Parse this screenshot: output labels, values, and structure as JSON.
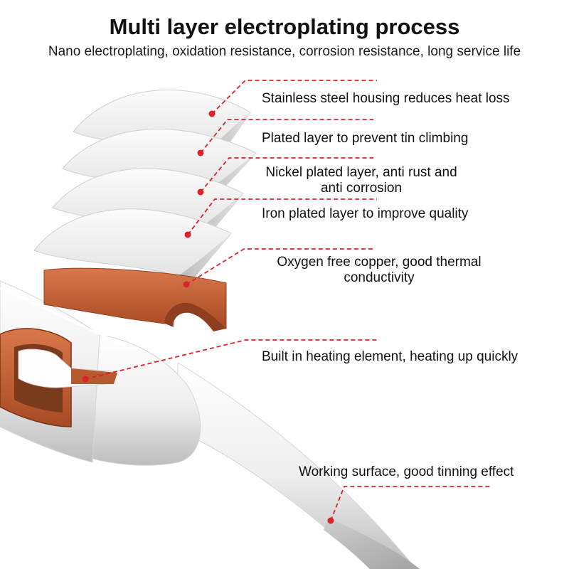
{
  "title": "Multi layer electroplating process",
  "subtitle": "Nano electroplating, oxidation resistance, corrosion resistance, long service life",
  "callouts": [
    {
      "id": "stainless",
      "text": "Stainless steel housing reduces heat loss"
    },
    {
      "id": "plated",
      "text": "Plated layer to prevent tin climbing"
    },
    {
      "id": "nickel",
      "text": "Nickel plated layer, anti rust and anti corrosion"
    },
    {
      "id": "iron",
      "text": "Iron plated layer to improve quality"
    },
    {
      "id": "copper",
      "text": "Oxygen free copper, good thermal conductivity"
    },
    {
      "id": "heating",
      "text": "Built in heating element, heating up quickly"
    },
    {
      "id": "working",
      "text": "Working surface, good tinning effect"
    }
  ],
  "colors": {
    "accent": "#d8232a",
    "copper": "#c8643a",
    "copper_dark": "#8f3f1f",
    "plate": "#f4f4f4",
    "plate_shade": "#c9c9c9"
  }
}
